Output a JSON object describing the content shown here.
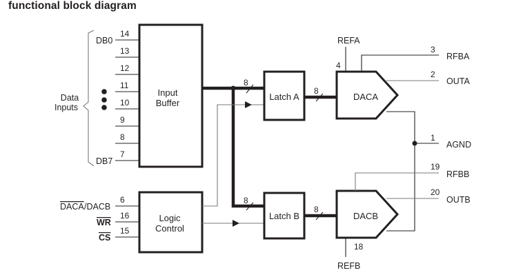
{
  "title": "functional block diagram",
  "blocks": {
    "input_buffer": [
      "Input",
      "Buffer"
    ],
    "logic_control": [
      "Logic",
      "Control"
    ],
    "latch_a": "Latch A",
    "latch_b": "Latch B",
    "daca": "DACA",
    "dacb": "DACB"
  },
  "data_inputs": {
    "group_label": [
      "Data",
      "Inputs"
    ],
    "first_label": "DB0",
    "last_label": "DB7",
    "pins": [
      "14",
      "13",
      "12",
      "11",
      "10",
      "9",
      "8",
      "7"
    ]
  },
  "control_inputs": [
    {
      "label_overbar": "DACA",
      "label_rest": "/DACB",
      "pin": "6"
    },
    {
      "label_overbar": "WR",
      "label_rest": "",
      "pin": "16"
    },
    {
      "label_overbar": "CS",
      "label_rest": "",
      "pin": "15"
    }
  ],
  "bus_width": "8",
  "refs": {
    "refa": {
      "label": "REFA",
      "pin": "4"
    },
    "refb": {
      "label": "REFB",
      "pin": "18"
    }
  },
  "outputs": [
    {
      "label": "RFBA",
      "pin": "3"
    },
    {
      "label": "OUTA",
      "pin": "2"
    },
    {
      "label": "AGND",
      "pin": "1"
    },
    {
      "label": "RFBB",
      "pin": "19"
    },
    {
      "label": "OUTB",
      "pin": "20"
    }
  ]
}
